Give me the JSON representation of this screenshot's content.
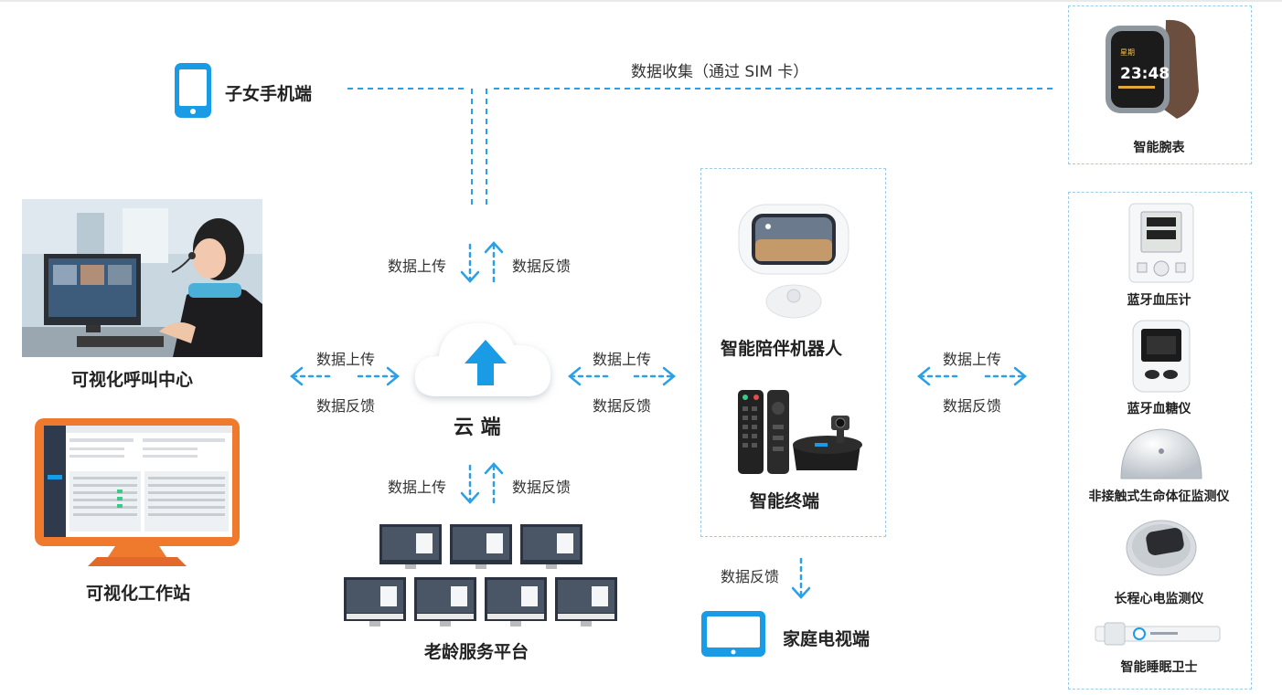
{
  "colors": {
    "accent": "#1a9be6",
    "orange": "#ef7a2e",
    "dash": "#2aa0e8"
  },
  "labels": {
    "mobile": "子女手机端",
    "collect": "数据收集（通过 SIM 卡）",
    "call_center": "可视化呼叫中心",
    "workstation": "可视化工作站",
    "cloud": "云 端",
    "platform": "老龄服务平台",
    "robot": "智能陪伴机器人",
    "terminal": "智能终端",
    "tv": "家庭电视端",
    "upload": "数据上传",
    "feedback": "数据反馈"
  },
  "devices": [
    "智能腕表",
    "蓝牙血压计",
    "蓝牙血糖仪",
    "非接触式生命体征监测仪",
    "长程心电监测仪",
    "智能睡眠卫士"
  ],
  "watch_screen": {
    "time": "23:48",
    "day": "星期"
  },
  "icons": [
    "phone-icon",
    "cloud-upload-icon",
    "tablet-tv-icon",
    "arrow-icon"
  ]
}
